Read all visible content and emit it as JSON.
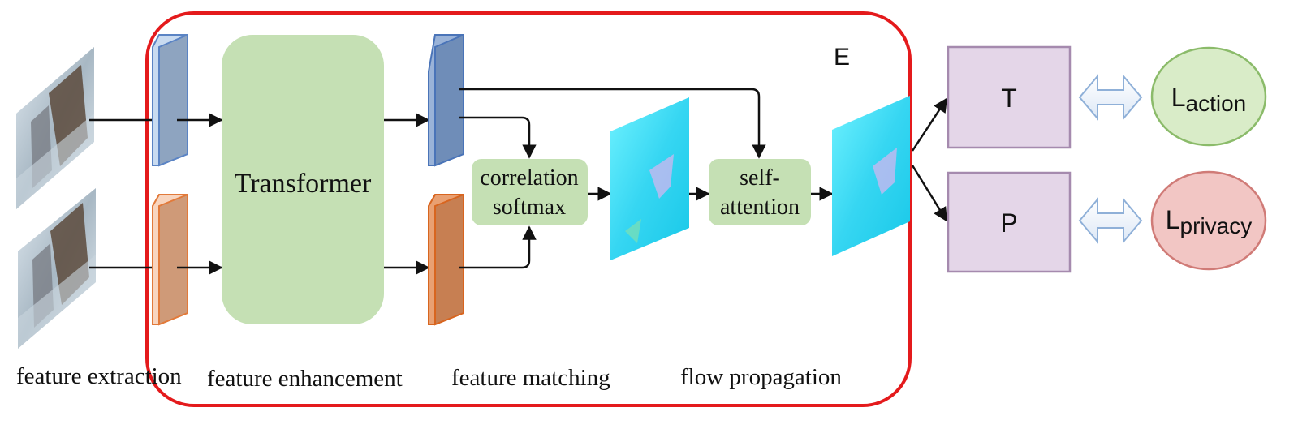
{
  "encoder": {
    "label": "E",
    "border_color": "#e41a1c"
  },
  "blocks": {
    "transformer": "Transformer",
    "correlation_line1": "correlation",
    "correlation_line2": "softmax",
    "self_attention_line1": "self-",
    "self_attention_line2": "attention"
  },
  "heads": {
    "t": "T",
    "p": "P"
  },
  "losses": {
    "action_main": "L",
    "action_sub": "action",
    "privacy_main": "L",
    "privacy_sub": "privacy"
  },
  "stages": {
    "extraction": "feature extraction",
    "enhancement": "feature enhancement",
    "matching": "feature matching",
    "propagation": "flow propagation"
  },
  "colors": {
    "green_block": "#c5e0b4",
    "blue_feature": "#7f98b8",
    "orange_feature": "#c9875f",
    "head_fill": "#e4d6e8",
    "head_stroke": "#a58aae",
    "loss_action_fill": "#d9ecc8",
    "loss_action_stroke": "#8bbb6a",
    "loss_privacy_fill": "#f2c6c4",
    "loss_privacy_stroke": "#d07b77",
    "arrow": "#111111"
  }
}
